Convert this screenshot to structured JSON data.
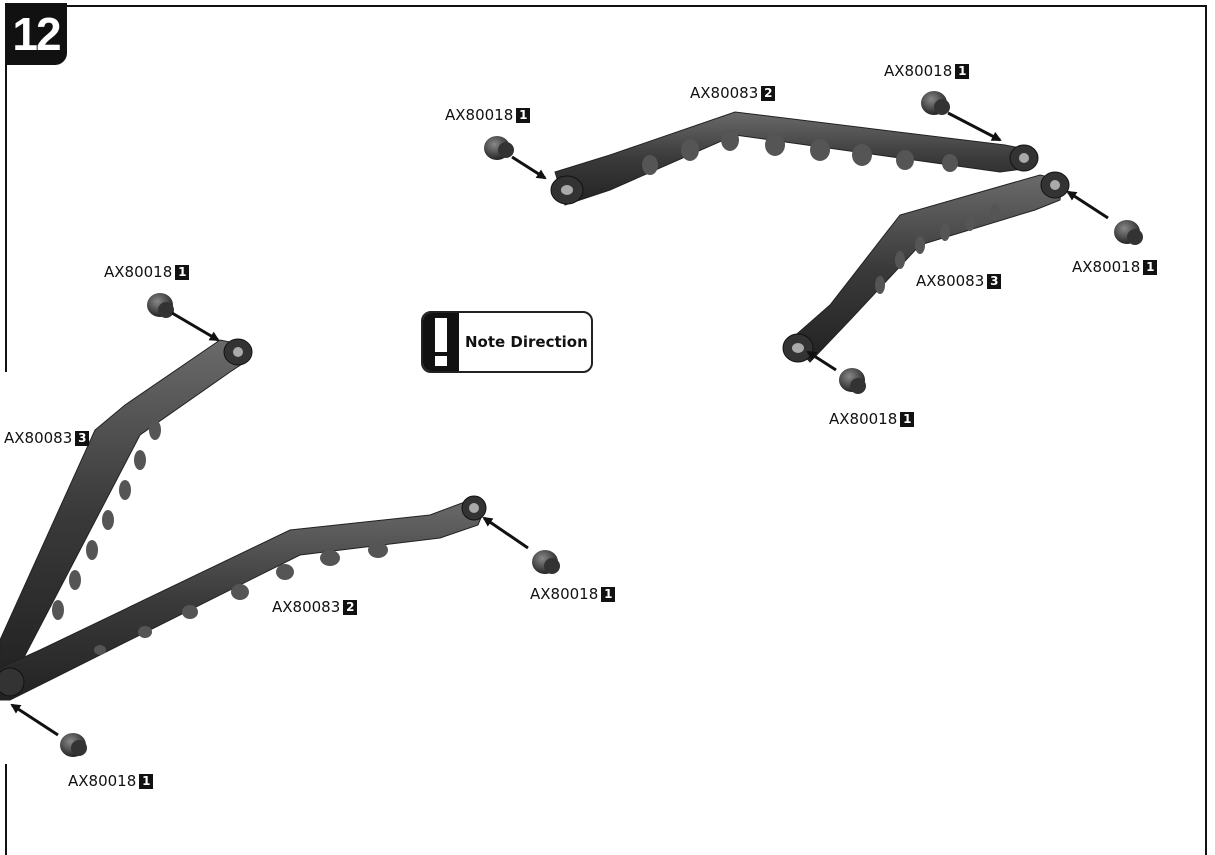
{
  "step": {
    "number": "12"
  },
  "note": {
    "text": "Note Direction",
    "icon": "exclamation-icon"
  },
  "labels": [
    {
      "part": "AX80018",
      "qty": "1"
    },
    {
      "part": "AX80083",
      "qty": "2"
    },
    {
      "part": "AX80018",
      "qty": "1"
    },
    {
      "part": "AX80018",
      "qty": "1"
    },
    {
      "part": "AX80083",
      "qty": "3"
    },
    {
      "part": "AX80018",
      "qty": "1"
    },
    {
      "part": "AX80018",
      "qty": "1"
    },
    {
      "part": "AX80083",
      "qty": "3"
    },
    {
      "part": "AX80083",
      "qty": "2"
    },
    {
      "part": "AX80018",
      "qty": "1"
    },
    {
      "part": "AX80018",
      "qty": "1"
    }
  ],
  "colors": {
    "ink": "#111111",
    "part_dark": "#3a3a3a",
    "part_mid": "#5a5a5a",
    "part_light": "#8a8a8a"
  }
}
